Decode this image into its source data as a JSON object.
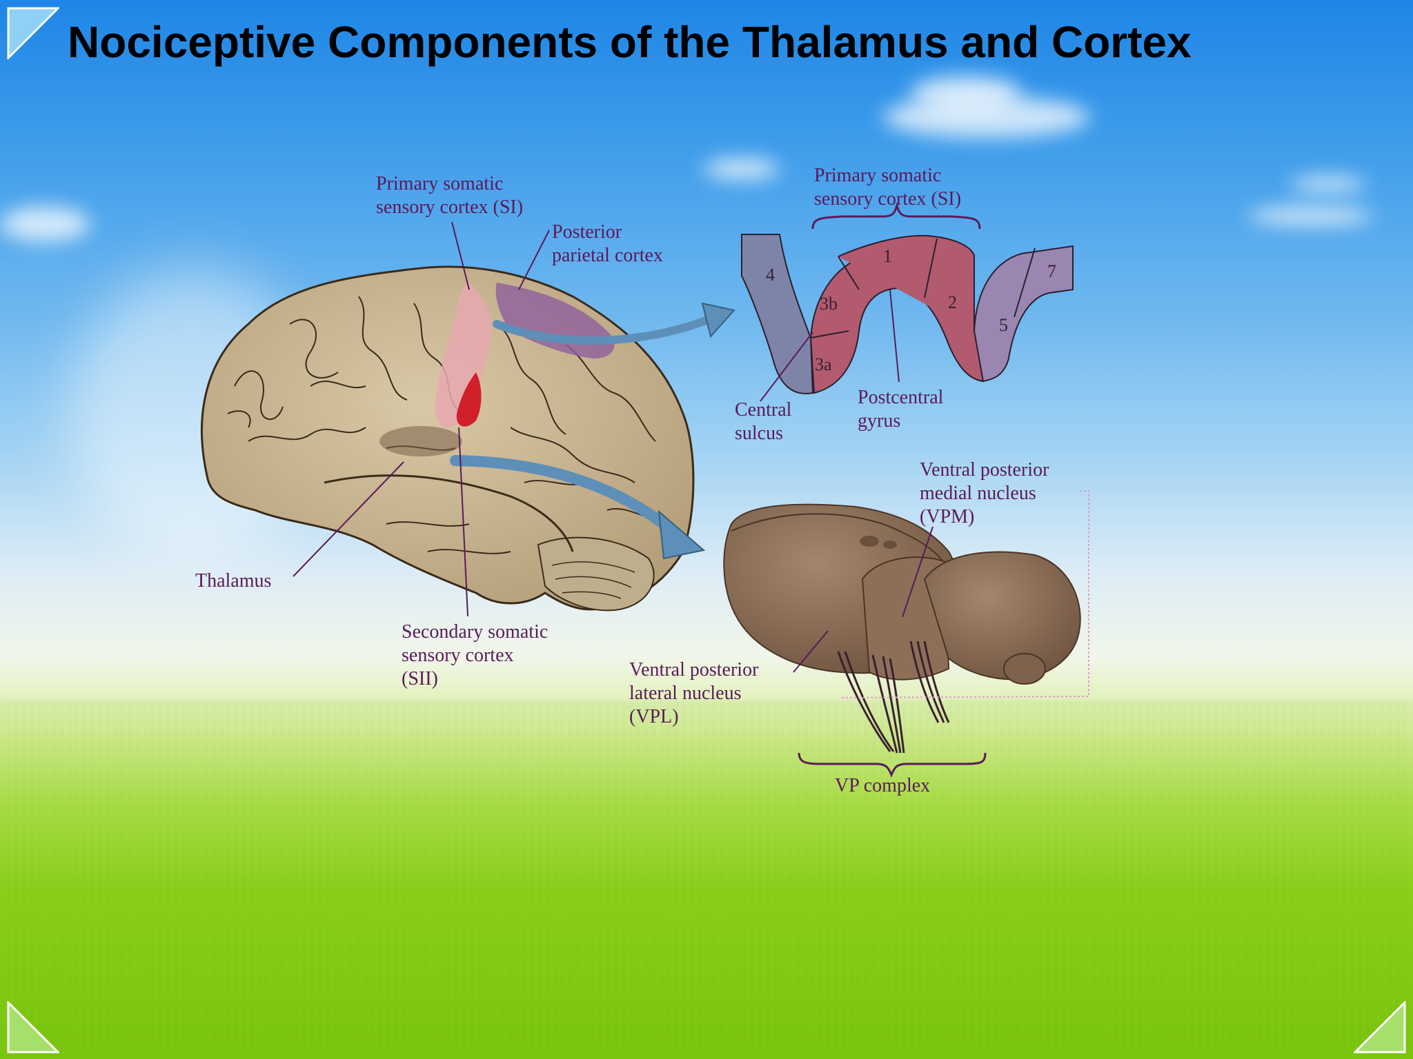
{
  "slide": {
    "title": "Nociceptive Components of the Thalamus and Cortex"
  },
  "brain_labels": {
    "primary_si": "Primary somatic\nsensory cortex (SI)",
    "posterior_parietal": "Posterior\nparietal cortex",
    "thalamus": "Thalamus",
    "secondary_sii": "Secondary somatic\nsensory cortex\n(SII)"
  },
  "gyrus_labels": {
    "primary_si": "Primary somatic\nsensory cortex (SI)",
    "central_sulcus": "Central\nsulcus",
    "postcentral_gyrus": "Postcentral\ngyrus",
    "areas": [
      "4",
      "3b",
      "3a",
      "1",
      "2",
      "5",
      "7"
    ]
  },
  "thalamus_labels": {
    "vpm": "Ventral posterior\nmedial nucleus\n(VPM)",
    "vpl": "Ventral posterior\nlateral nucleus\n(VPL)",
    "vp_complex": "VP complex"
  },
  "colors": {
    "area_4": "#7e84a8",
    "area_3_1_2": "#b25a6e",
    "area_5_7": "#9a86b0",
    "label_text": "#5a1a5a",
    "brain": "#cdb996",
    "thalamus": "#8e7058",
    "arrow": "#5e8fb8"
  }
}
